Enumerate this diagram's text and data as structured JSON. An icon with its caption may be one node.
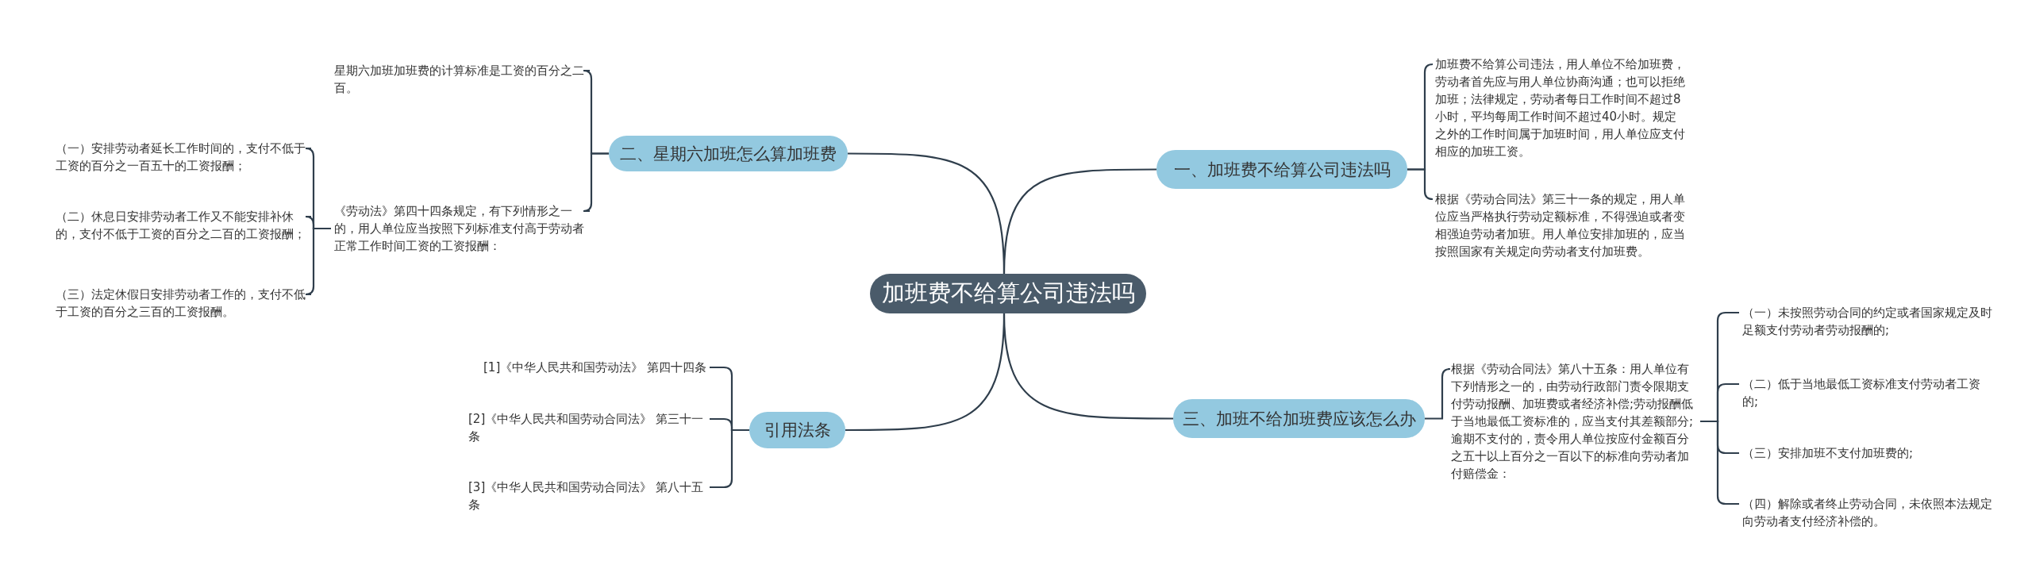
{
  "diagram": {
    "nodes": [
      {
        "text": [
          "加班费不给算公司违法吗"
        ]
      },
      {
        "text": [
          "一、加班费不给算公司违法吗"
        ]
      },
      {
        "text": [
          "加班费不给算公司违法，用人单位不给加班费，劳动者首先应与用人单位协商沟通；也可以拒绝加班；法律规定，劳动者每日工作时间不超过8小时，平均每周工作时间不超过40小时。规定之外的工作时间属于加班时间，用人单位应支付相应的加班工资。"
        ]
      },
      {
        "text": [
          "根据《劳动合同法》第三十一条的规定，用人单位应当严格执行劳动定额标准，不得强迫或者变相强迫劳动者加班。用人单位安排加班的，应当按照国家有关规定向劳动者支付加班费。"
        ]
      },
      {
        "text": [
          "二、星期六加班怎么算加班费"
        ]
      },
      {
        "text": [
          "星期六加班加班费的计算标准是工资的百分之二百。"
        ]
      },
      {
        "text": [
          "《劳动法》第四十四条规定，有下列情形之一的，用人单位应当按照下列标准支付高于劳动者正常工作时间工资的工资报酬："
        ]
      },
      {
        "text": [
          "（一）安排劳动者延长工作时间的，支付不低于工资的百分之一百五十的工资报酬；"
        ]
      },
      {
        "text": [
          "（二）休息日安排劳动者工作又不能安排补休的，支付不低于工资的百分之二百的工资报酬；"
        ]
      },
      {
        "text": [
          "（三）法定休假日安排劳动者工作的，支付不低于工资的百分之三百的工资报酬。"
        ]
      },
      {
        "text": [
          "引用法条"
        ]
      },
      {
        "text": [
          "[1]《中华人民共和国劳动法》 第四十四条"
        ]
      },
      {
        "text": [
          "[2]《中华人民共和国劳动合同法》 第三十一条"
        ]
      },
      {
        "text": [
          "[3]《中华人民共和国劳动合同法》 第八十五条"
        ]
      },
      {
        "text": [
          "三、加班不给加班费应该怎么办"
        ]
      },
      {
        "text": [
          "根据《劳动合同法》第八十五条：用人单位有下列情形之一的，由劳动行政部门责令限期支付劳动报酬、加班费或者经济补偿;劳动报酬低于当地最低工资标准的，应当支付其差额部分;逾期不支付的，责令用人单位按应付金额百分之五十以上百分之一百以下的标准向劳动者加付赔偿金："
        ]
      },
      {
        "text": [
          "（一）未按照劳动合同的约定或者国家规定及时足额支付劳动者劳动报酬的;"
        ]
      },
      {
        "text": [
          "（二）低于当地最低工资标准支付劳动者工资的;"
        ]
      },
      {
        "text": [
          "（三）安排加班不支付加班费的;"
        ]
      },
      {
        "text": [
          "（四）解除或者终止劳动合同，未依照本法规定向劳动者支付经济补偿的。"
        ]
      }
    ],
    "edges": [
      {
        "from": 0,
        "to": 1,
        "arrow": "none"
      },
      {
        "from": 1,
        "to": 2,
        "arrow": "none"
      },
      {
        "from": 1,
        "to": 3,
        "arrow": "none"
      },
      {
        "from": 0,
        "to": 4,
        "arrow": "none"
      },
      {
        "from": 4,
        "to": 5,
        "arrow": "none"
      },
      {
        "from": 4,
        "to": 6,
        "arrow": "none"
      },
      {
        "from": 6,
        "to": 7,
        "arrow": "none"
      },
      {
        "from": 6,
        "to": 8,
        "arrow": "none"
      },
      {
        "from": 6,
        "to": 9,
        "arrow": "none"
      },
      {
        "from": 0,
        "to": 10,
        "arrow": "none"
      },
      {
        "from": 10,
        "to": 11,
        "arrow": "none"
      },
      {
        "from": 10,
        "to": 12,
        "arrow": "none"
      },
      {
        "from": 10,
        "to": 13,
        "arrow": "none"
      },
      {
        "from": 0,
        "to": 14,
        "arrow": "none"
      },
      {
        "from": 14,
        "to": 15,
        "arrow": "none"
      },
      {
        "from": 15,
        "to": 16,
        "arrow": "none"
      },
      {
        "from": 15,
        "to": 17,
        "arrow": "none"
      },
      {
        "from": 15,
        "to": 18,
        "arrow": "none"
      },
      {
        "from": 15,
        "to": 19,
        "arrow": "none"
      }
    ]
  }
}
